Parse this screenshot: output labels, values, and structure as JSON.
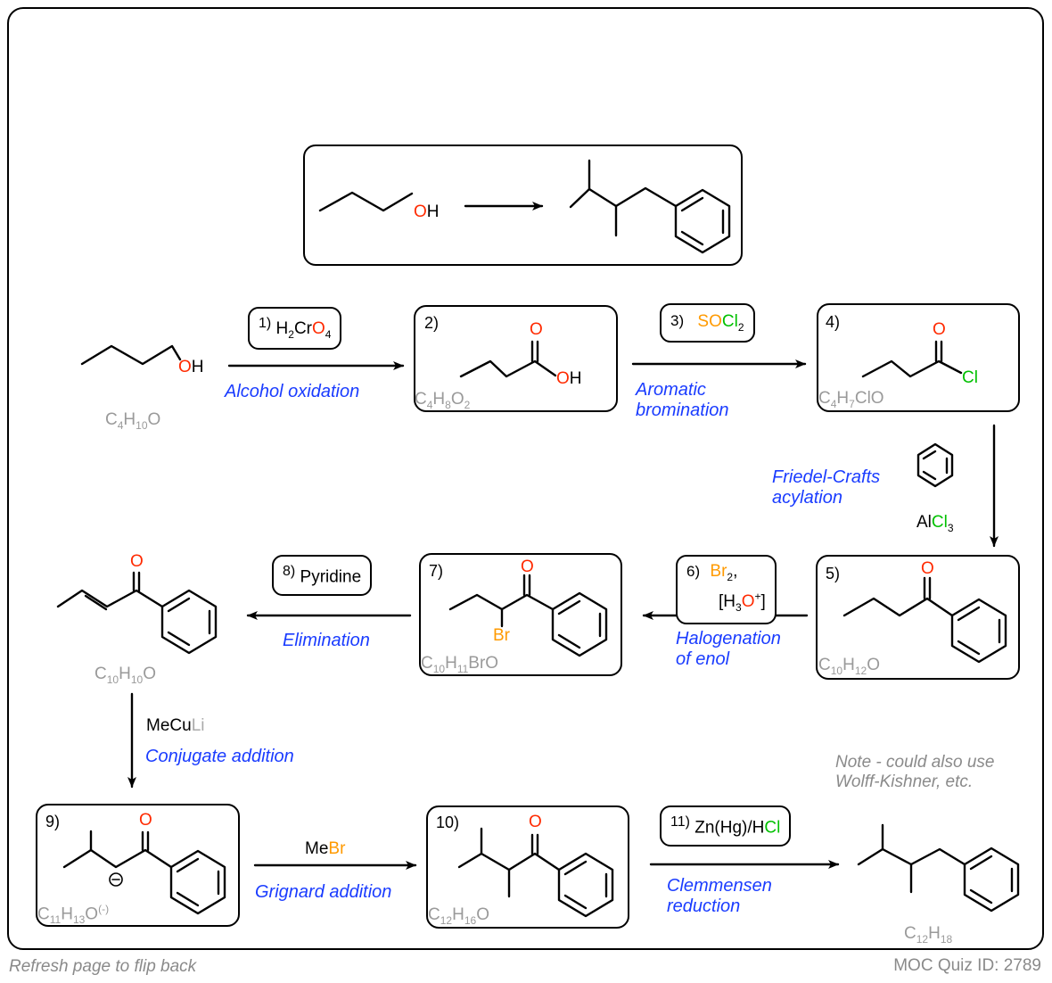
{
  "target": {
    "oh": "OH"
  },
  "steps": {
    "s1": {
      "num": "1)",
      "reagent_a": "H",
      "reagent_b": "2",
      "reagent_c": "Cr",
      "reagent_d": "O",
      "reagent_e": "4",
      "name": "Alcohol oxidation"
    },
    "s2": {
      "num": "2)",
      "formula_a": "C",
      "formula_b": "4",
      "formula_c": "H",
      "formula_d": "8",
      "formula_e": "O",
      "formula_f": "2"
    },
    "s3": {
      "num": "3)",
      "reagent_a": "SO",
      "reagent_b": "Cl",
      "reagent_c": "2",
      "name_line1": "Aromatic",
      "name_line2": "bromination"
    },
    "s4": {
      "num": "4)",
      "formula_a": "C",
      "formula_b": "4",
      "formula_c": "H",
      "formula_d": "7",
      "formula_e": "ClO"
    },
    "fc": {
      "name_line1": "Friedel-Crafts",
      "name_line2": "acylation",
      "reagent_a": "Al",
      "reagent_b": "Cl",
      "reagent_c": "3"
    },
    "s5": {
      "num": "5)",
      "formula_a": "C",
      "formula_b": "10",
      "formula_c": "H",
      "formula_d": "12",
      "formula_e": "O"
    },
    "s6": {
      "num": "6)",
      "reagent_a": "Br",
      "reagent_b": "2",
      "reagent_c": ",",
      "reagent_d": "[H",
      "reagent_e": "3",
      "reagent_f": "O",
      "reagent_g": "+",
      "reagent_h": "]",
      "name_line1": "Halogenation",
      "name_line2": "of enol"
    },
    "s7": {
      "num": "7)",
      "formula_a": "C",
      "formula_b": "10",
      "formula_c": "H",
      "formula_d": "11",
      "formula_e": "BrO"
    },
    "s8": {
      "num": "8)",
      "reagent": "Pyridine",
      "name": "Elimination"
    },
    "s8p": {
      "formula_a": "C",
      "formula_b": "10",
      "formula_c": "H",
      "formula_d": "10",
      "formula_e": "O"
    },
    "conj": {
      "reagent_a": "MeCu",
      "reagent_b": "Li",
      "name": "Conjugate addition"
    },
    "s9": {
      "num": "9)",
      "formula_a": "C",
      "formula_b": "11",
      "formula_c": "H",
      "formula_d": "13",
      "formula_e": "O",
      "formula_f": "(-)",
      "charge": "⊖"
    },
    "grig": {
      "reagent_a": "Me",
      "reagent_b": "Br",
      "name": "Grignard addition"
    },
    "s10": {
      "num": "10)",
      "formula_a": "C",
      "formula_b": "12",
      "formula_c": "H",
      "formula_d": "16",
      "formula_e": "O"
    },
    "s11": {
      "num": "11)",
      "reagent_a": "Zn(Hg)/H",
      "reagent_b": "Cl",
      "name_line1": "Clemmensen",
      "name_line2": "reduction"
    },
    "final": {
      "formula_a": "C",
      "formula_b": "12",
      "formula_c": "H",
      "formula_d": "18"
    },
    "start": {
      "formula_a": "C",
      "formula_b": "4",
      "formula_c": "H",
      "formula_d": "10",
      "formula_e": "O"
    }
  },
  "atoms": {
    "O": "O",
    "H": "H",
    "OH": "OH",
    "Cl": "Cl",
    "Br": "Br"
  },
  "note": {
    "line1": "Note - could also use",
    "line2": "Wolff-Kishner, etc."
  },
  "footer": {
    "left": "Refresh page to flip back",
    "right": "MOC Quiz ID: 2789"
  },
  "colors": {
    "oxygen": "#ff2a00",
    "bromine": "#ff9a00",
    "chlorine": "#00c000",
    "reaction_name": "#1a3cff",
    "formula": "#9a9a9a"
  }
}
